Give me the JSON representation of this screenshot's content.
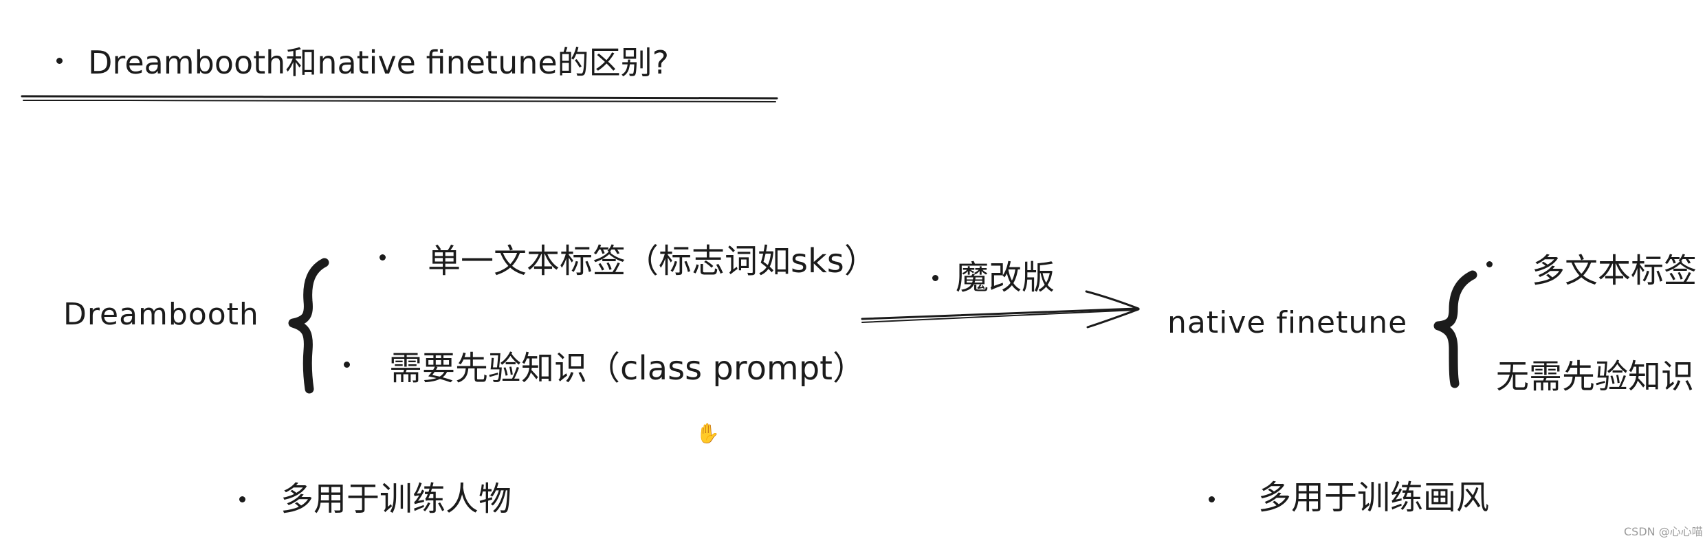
{
  "title": "Dreambooth和native finetune的区别?",
  "left": {
    "name": "Dreambooth",
    "items": [
      "单一文本标签（标志词如sks）",
      "需要先验知识（class prompt）"
    ],
    "summary": "多用于训练人物"
  },
  "arrow_label": "魔改版",
  "right": {
    "name": "native finetune",
    "items": [
      "多文本标签",
      "无需先验知识"
    ],
    "summary": "多用于训练画风"
  },
  "watermark": "CSDN @心心喵",
  "cursor_icon": "hand-cursor-icon"
}
